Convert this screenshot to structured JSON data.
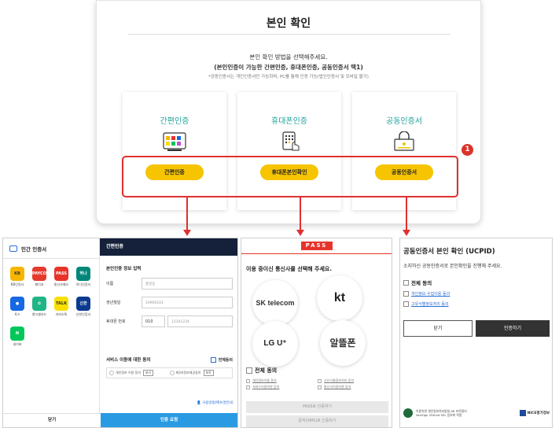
{
  "top": {
    "title": "본인 확인",
    "intro_line1": "본인 확인 방법을 선택해주세요.",
    "intro_line2": "(본인인증이 가능한 간편인증, 휴대폰인증, 공동인증서 택1)",
    "intro_line3": "*공동인증서는 개인인증서만 가능하며, PC를 통해 인증 가능(법인인증서 및 모바일 불가)",
    "methods": [
      {
        "label": "간편인증",
        "button": "간편인증"
      },
      {
        "label": "휴대폰인증",
        "button": "휴대폰본인확인"
      },
      {
        "label": "공동인증서",
        "button": "공동인증서"
      }
    ],
    "badge": "1"
  },
  "simple_auth": {
    "left_title": "민간 인증서",
    "providers": [
      {
        "name": "KB인증서",
        "color": "#f7b500",
        "mark": "KB"
      },
      {
        "name": "페이코",
        "color": "#e63a2e",
        "mark": "PAYCO"
      },
      {
        "name": "통신사패스",
        "color": "#e8332a",
        "mark": "PASS"
      },
      {
        "name": "하나인증서",
        "color": "#00877a",
        "mark": "하나"
      },
      {
        "name": "토스",
        "color": "#1668e3",
        "mark": "●"
      },
      {
        "name": "뱅크샐러드",
        "color": "#20b585",
        "mark": "✿"
      },
      {
        "name": "카카오톡",
        "color": "#f9e000",
        "mark": "TALK"
      },
      {
        "name": "신한인증서",
        "color": "#0b3a91",
        "mark": "신한"
      },
      {
        "name": "네이버",
        "color": "#03c75a",
        "mark": "N"
      }
    ],
    "right_title": "간편인증",
    "section_title": "본인인증 정보 입력",
    "name_label": "이름",
    "name_placeholder": "홍길동",
    "birth_label": "생년월일",
    "birth_placeholder": "19900101",
    "phone_label": "휴대폰 번호",
    "phone_prefix": "010",
    "phone_placeholder": "12341234",
    "terms_title": "서비스 이용에 대한 동의",
    "agree_all": "전체동의",
    "term1": "개인정보 이용 동의",
    "term2": "제3자정보제공동의",
    "view": "보기",
    "help": "사용방법/매뉴얼안내",
    "close": "닫기",
    "request": "인증 요청"
  },
  "pass": {
    "logo": "PASS",
    "title": "이용 중이신 통신사를 선택해 주세요.",
    "carriers": [
      "SK telecom",
      "kt",
      "LG U⁺",
      "알뜰폰"
    ],
    "agree_all": "전체 동의",
    "terms": [
      "개인정보이용 동의",
      "고유식별정보처리 동의",
      "서비스이용약관 동의",
      "통신사이용약관 동의"
    ],
    "btn_pass": "PASS로 인증하기",
    "btn_sms": "문자(SMS)로 인증하기"
  },
  "ucpid": {
    "title": "공동인증서 본인 확인 (UCPID)",
    "subtitle": "소지하신 공동인증서로 본인확인을 진행해 주세요.",
    "agree_all": "전체 동의",
    "term1": "개인정보 수집이용 동의",
    "term2": "고유식별정보처리 동의",
    "close": "닫기",
    "confirm": "인증하기",
    "footer_a": "이용약관   개인정보처리방침   AR 프로필러",
    "footer_b": "VeriSign 256-bit SSL 암호화 적용",
    "nice": "NICE평가정보"
  }
}
